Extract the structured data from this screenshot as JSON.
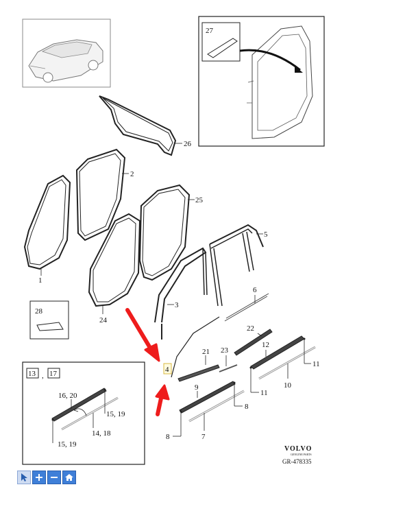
{
  "diagram": {
    "callouts": {
      "c1": "1",
      "c2": "2",
      "c3": "3",
      "c4": "4",
      "c5": "5",
      "c6": "6",
      "c7": "7",
      "c8a": "8",
      "c8b": "8",
      "c9": "9",
      "c10": "10",
      "c11a": "11",
      "c11b": "11",
      "c12": "12",
      "c21": "21",
      "c22": "22",
      "c23": "23",
      "c24": "24",
      "c25": "25",
      "c26": "26",
      "c27": "27",
      "c28": "28"
    },
    "inset": {
      "ref_a": "13",
      "separator": ",",
      "ref_b": "17",
      "label_16_20": "16, 20",
      "label_15_19_a": "15, 19",
      "label_14_18": "14, 18",
      "label_15_19_b": "15, 19"
    },
    "logo": {
      "brand": "VOLVO",
      "tagline": "GENUINE PARTS",
      "code": "GR-478335"
    },
    "colors": {
      "arrow": "#ee1c1c",
      "line": "#1a1a1a",
      "toolbar": "#3f7fd8"
    }
  },
  "toolbar": {
    "buttons": [
      {
        "icon": "pointer-icon"
      },
      {
        "icon": "zoom-in-icon"
      },
      {
        "icon": "zoom-out-icon"
      },
      {
        "icon": "home-icon"
      }
    ]
  }
}
